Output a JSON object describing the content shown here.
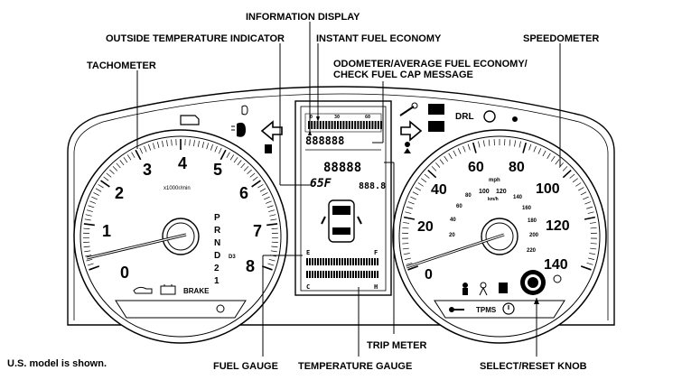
{
  "labels": {
    "information_display": "INFORMATION DISPLAY",
    "outside_temperature_indicator": "OUTSIDE TEMPERATURE INDICATOR",
    "instant_fuel_economy": "INSTANT FUEL ECONOMY",
    "speedometer": "SPEEDOMETER",
    "tachometer": "TACHOMETER",
    "odometer_line1": "ODOMETER/AVERAGE FUEL ECONOMY/",
    "odometer_line2": "CHECK FUEL CAP MESSAGE",
    "trip_meter": "TRIP METER",
    "fuel_gauge": "FUEL GAUGE",
    "temperature_gauge": "TEMPERATURE GAUGE",
    "select_reset_knob": "SELECT/RESET KNOB"
  },
  "note": "U.S. model is shown.",
  "tachometer": {
    "numbers": [
      "0",
      "1",
      "2",
      "3",
      "4",
      "5",
      "6",
      "7",
      "8"
    ],
    "unit": "x1000r/min",
    "gear_letters": [
      "P",
      "R",
      "N",
      "D",
      "2",
      "1"
    ],
    "d3": "D3",
    "brake": "BRAKE"
  },
  "speedometer": {
    "mph_numbers": [
      "0",
      "20",
      "40",
      "60",
      "80",
      "100",
      "120",
      "140"
    ],
    "kmh_numbers": [
      "20",
      "40",
      "60",
      "80",
      "100",
      "120",
      "140",
      "160",
      "180",
      "200",
      "220"
    ],
    "mph_unit": "mph",
    "kmh_unit": "km/h",
    "drl": "DRL",
    "tpms": "TPMS"
  },
  "display": {
    "outside_temp": "65F",
    "lcd_digits": "888888",
    "lcd_digits2": "88888",
    "lcd_trip": "888.8",
    "fuel_e": "E",
    "fuel_f": "F",
    "temp_c": "C",
    "temp_h": "H",
    "scale_0": "0",
    "scale_30": "30",
    "scale_60": "60"
  },
  "icons": [
    "check-engine-icon",
    "headlight-icon",
    "turn-left-arrow-icon",
    "turn-right-arrow-icon",
    "fuel-pump-icon",
    "wrench-icon",
    "seatbelt-icon",
    "airbag-icon",
    "oil-icon",
    "battery-icon",
    "tpms-icon",
    "brake-icon"
  ]
}
